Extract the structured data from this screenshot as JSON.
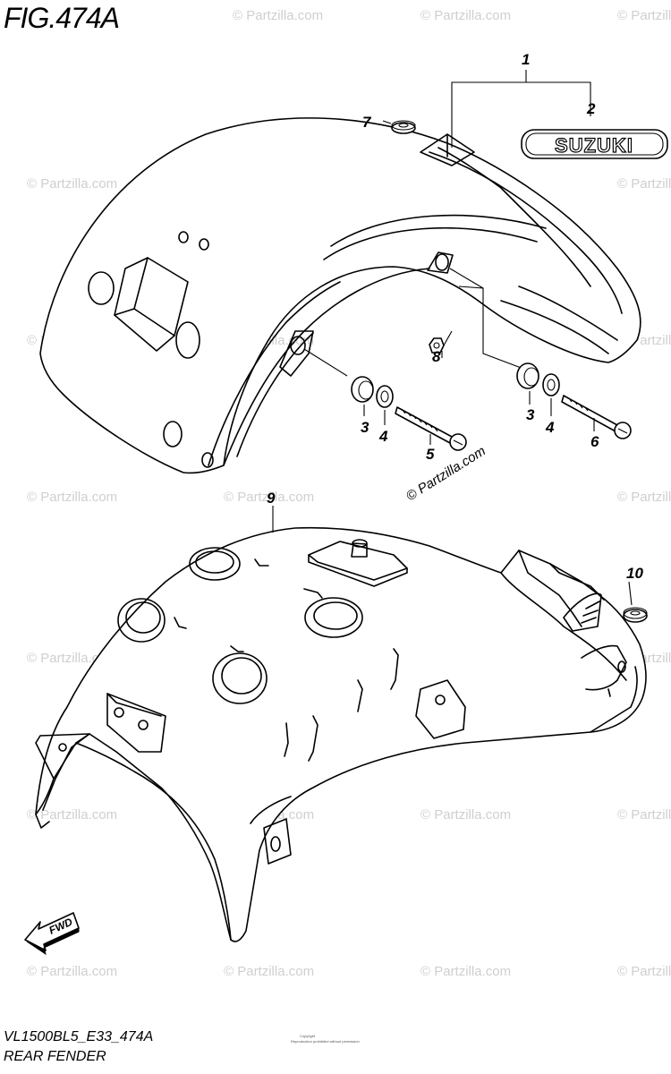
{
  "figure": {
    "title": "FIG.474A",
    "code": "VL1500BL5_E33_474A",
    "name": "REAR FENDER"
  },
  "callouts": [
    "1",
    "2",
    "3",
    "4",
    "5",
    "6",
    "7",
    "8",
    "9",
    "10"
  ],
  "emblem_text": "SUZUKI",
  "fwd_label": "FWD",
  "copyright_note": "© Partzilla.com",
  "watermark_text": "© Partzilla.com",
  "fine_print": {
    "line1": "Copyright",
    "line2": "Reproduction prohibited without permission"
  }
}
